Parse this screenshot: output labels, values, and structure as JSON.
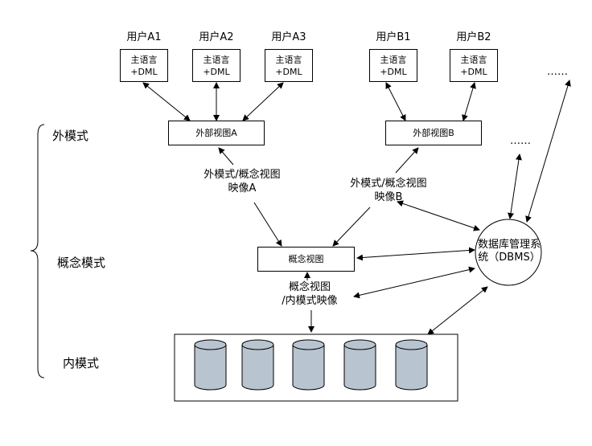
{
  "users": [
    {
      "label": "用户A1",
      "lang": [
        "主语言",
        "+DML"
      ]
    },
    {
      "label": "用户A2",
      "lang": [
        "主语言",
        "+DML"
      ]
    },
    {
      "label": "用户A3",
      "lang": [
        "主语言",
        "+DML"
      ]
    },
    {
      "label": "用户B1",
      "lang": [
        "主语言",
        "+DML"
      ]
    },
    {
      "label": "用户B2",
      "lang": [
        "主语言",
        "+DML"
      ]
    }
  ],
  "ellipsis_top": "……",
  "ellipsis_mid": "……",
  "ext_view_a": "外部视图A",
  "ext_view_b": "外部视图B",
  "map_a": [
    "外模式/概念视图",
    "映像A"
  ],
  "map_b": [
    "外模式/概念视图",
    "映像B"
  ],
  "concept_view": "概念视图",
  "map_inner": [
    "概念视图",
    "/内模式映像"
  ],
  "dbms": [
    "数据库管理系",
    "统（DBMS）"
  ],
  "levels": {
    "external": "外模式",
    "conceptual": "概念模式",
    "internal": "内模式"
  },
  "cylinder_count": 5
}
